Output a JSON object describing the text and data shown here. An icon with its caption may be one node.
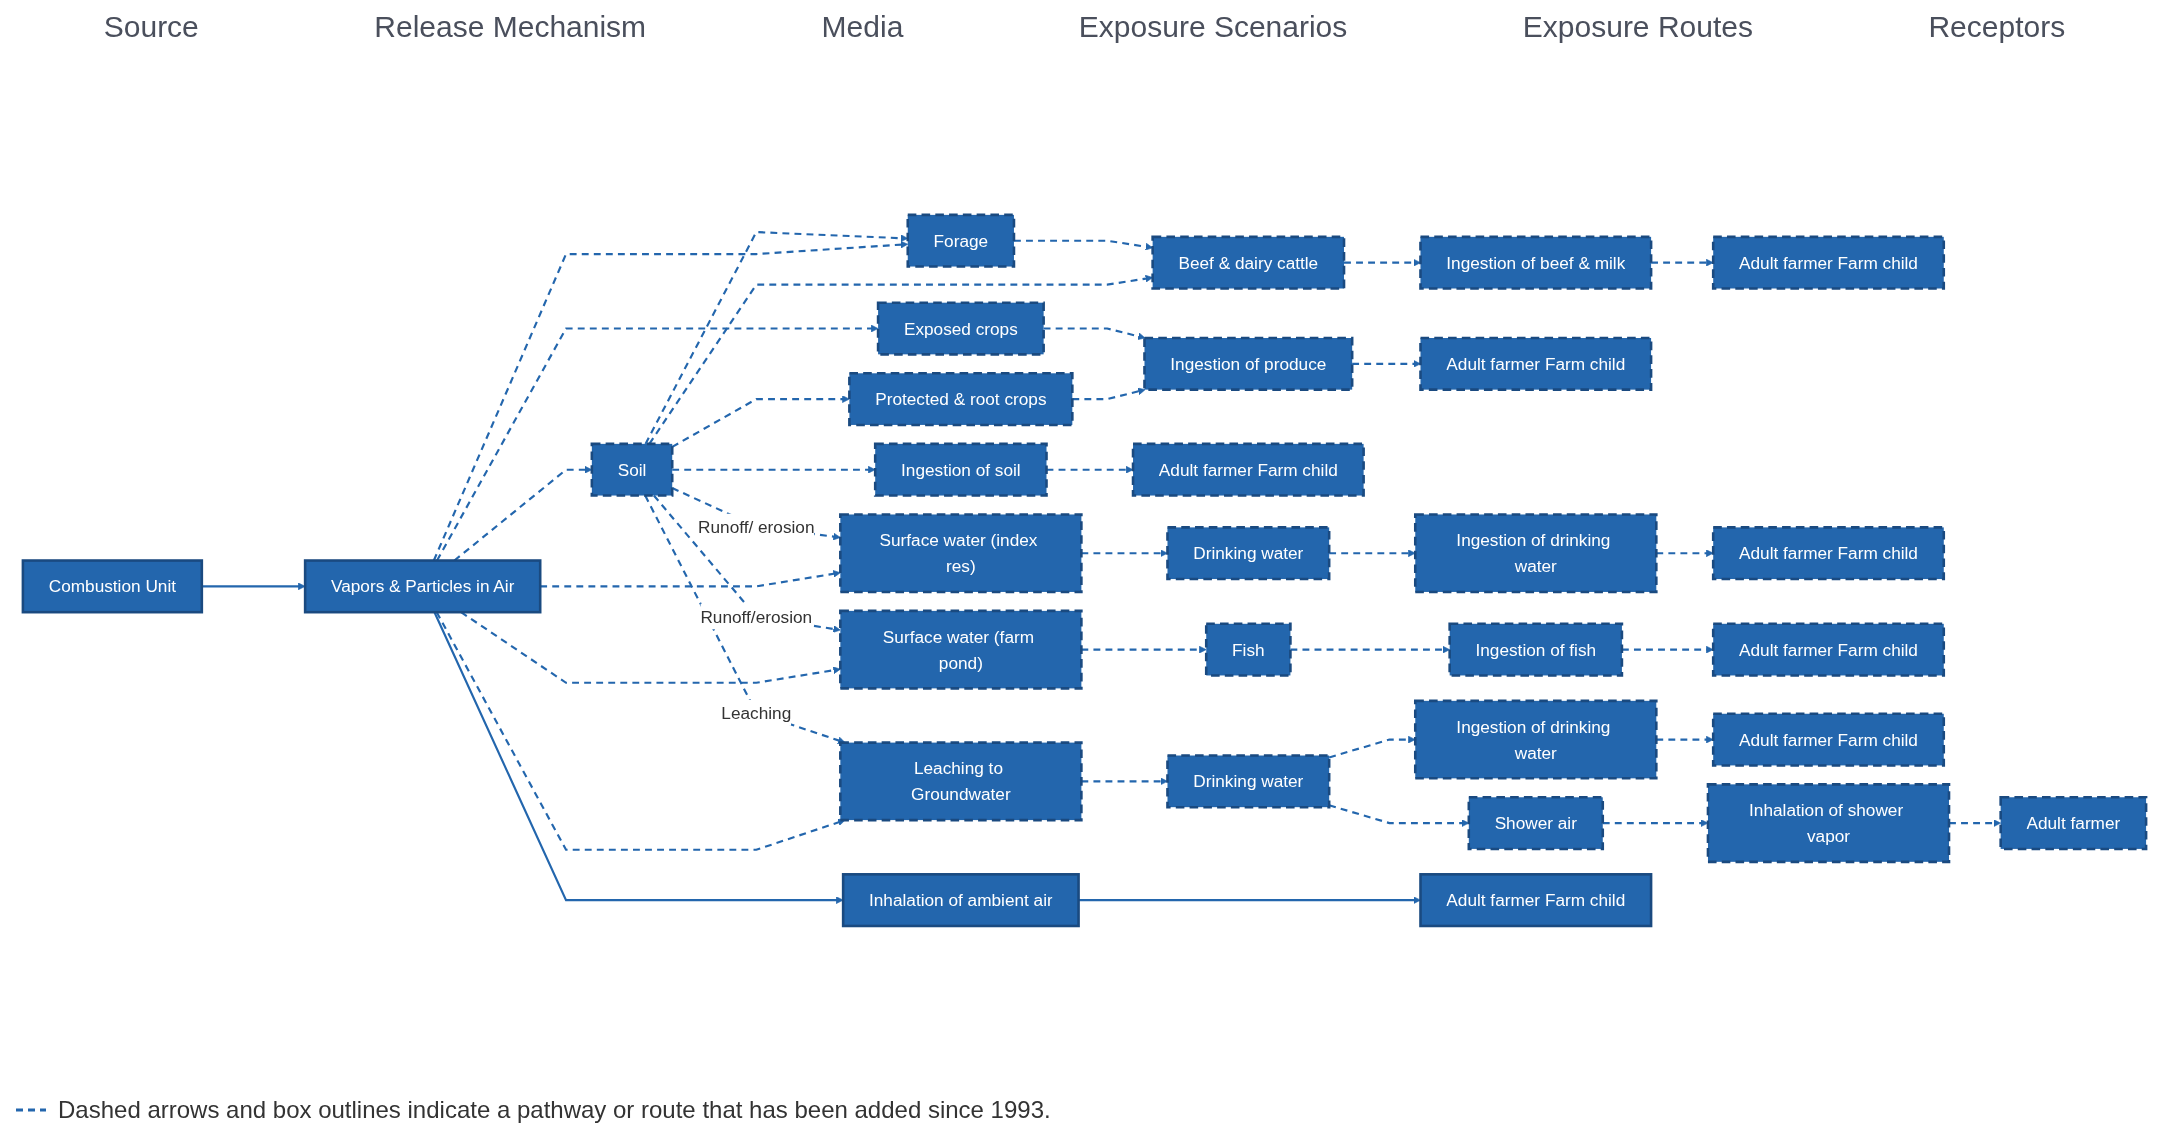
{
  "diagram": {
    "nodes": [
      {
        "text": [
          "Combustion Unit"
        ]
      },
      {
        "text": [
          "Vapors & Particles in Air"
        ]
      },
      {
        "text": [
          "Forage"
        ]
      },
      {
        "text": [
          "Beef & dairy cattle"
        ]
      },
      {
        "text": [
          "Ingestion of beef & milk"
        ]
      },
      {
        "text": [
          "Adult farmer Farm child"
        ]
      },
      {
        "text": [
          "Protected & root crops"
        ]
      },
      {
        "text": [
          "Exposed crops"
        ]
      },
      {
        "text": [
          "Ingestion of produce"
        ]
      },
      {
        "text": [
          "Adult farmer Farm child"
        ]
      },
      {
        "text": [
          "Soil"
        ]
      },
      {
        "text": [
          "Ingestion of soil"
        ]
      },
      {
        "text": [
          "Adult farmer Farm child"
        ]
      },
      {
        "text": [
          "Surface water (index res)"
        ]
      },
      {
        "text": [
          "Drinking water"
        ]
      },
      {
        "text": [
          "Ingestion of drinking water"
        ]
      },
      {
        "text": [
          "Adult farmer Farm child"
        ]
      },
      {
        "text": [
          "Surface water (farm pond)"
        ]
      },
      {
        "text": [
          "Fish"
        ]
      },
      {
        "text": [
          "Ingestion of fish"
        ]
      },
      {
        "text": [
          "Adult farmer Farm child"
        ]
      },
      {
        "text": [
          "Leaching to Groundwater"
        ]
      },
      {
        "text": [
          "Drinking water"
        ]
      },
      {
        "text": [
          "Ingestion of drinking water"
        ]
      },
      {
        "text": [
          "Adult farmer Farm child"
        ]
      },
      {
        "text": [
          "Shower air"
        ]
      },
      {
        "text": [
          "Inhalation of shower vapor"
        ]
      },
      {
        "text": [
          "Adult farmer"
        ]
      },
      {
        "text": [
          "Inhalation of ambient air"
        ]
      },
      {
        "text": [
          "Adult farmer Farm child"
        ]
      }
    ],
    "edges": [
      {
        "from": 0,
        "to": 1,
        "arrow": "to"
      },
      {
        "from": 1,
        "to": 2,
        "arrow": "to",
        "style": "dashed"
      },
      {
        "from": 1,
        "to": 7,
        "arrow": "to",
        "style": "dashed"
      },
      {
        "from": 1,
        "to": 10,
        "arrow": "to",
        "style": "dashed"
      },
      {
        "from": 1,
        "to": 13,
        "arrow": "to",
        "style": "dashed"
      },
      {
        "from": 1,
        "to": 17,
        "arrow": "to",
        "style": "dashed"
      },
      {
        "from": 1,
        "to": 21,
        "arrow": "to",
        "style": "dashed"
      },
      {
        "from": 1,
        "to": 28,
        "arrow": "to"
      },
      {
        "from": 10,
        "to": 2,
        "arrow": "to",
        "style": "dashed"
      },
      {
        "from": 10,
        "to": 3,
        "arrow": "to",
        "style": "dashed"
      },
      {
        "from": 10,
        "to": 6,
        "arrow": "to",
        "style": "dashed"
      },
      {
        "from": 10,
        "to": 11,
        "arrow": "to",
        "style": "dashed"
      },
      {
        "from": 10,
        "to": 21,
        "arrow": "to",
        "style": "dashed",
        "label": "Leaching"
      },
      {
        "from": 10,
        "to": 17,
        "arrow": "to",
        "style": "dashed",
        "label": "Runoff/erosion"
      },
      {
        "from": 10,
        "to": 13,
        "arrow": "to",
        "style": "dashed",
        "label": "Runoff/ erosion"
      },
      {
        "from": 2,
        "to": 3,
        "arrow": "to",
        "style": "dashed"
      },
      {
        "from": 3,
        "to": 4,
        "arrow": "to",
        "style": "dashed"
      },
      {
        "from": 4,
        "to": 5,
        "arrow": "to",
        "style": "dashed"
      },
      {
        "from": 6,
        "to": 8,
        "arrow": "to",
        "style": "dashed"
      },
      {
        "from": 7,
        "to": 8,
        "arrow": "to",
        "style": "dashed"
      },
      {
        "from": 8,
        "to": 9,
        "arrow": "to",
        "style": "dashed"
      },
      {
        "from": 11,
        "to": 12,
        "arrow": "to",
        "style": "dashed"
      },
      {
        "from": 13,
        "to": 14,
        "arrow": "to",
        "style": "dashed"
      },
      {
        "from": 14,
        "to": 15,
        "arrow": "to",
        "style": "dashed"
      },
      {
        "from": 15,
        "to": 16,
        "arrow": "to",
        "style": "dashed"
      },
      {
        "from": 17,
        "to": 18,
        "arrow": "to",
        "style": "dashed"
      },
      {
        "from": 18,
        "to": 19,
        "arrow": "to",
        "style": "dashed"
      },
      {
        "from": 19,
        "to": 20,
        "arrow": "to",
        "style": "dashed"
      },
      {
        "from": 21,
        "to": 22,
        "arrow": "to",
        "style": "dashed"
      },
      {
        "from": 22,
        "to": 23,
        "arrow": "to",
        "style": "dashed"
      },
      {
        "from": 23,
        "to": 24,
        "arrow": "to",
        "style": "dashed"
      },
      {
        "from": 22,
        "to": 25,
        "arrow": "to",
        "style": "dashed"
      },
      {
        "from": 25,
        "to": 26,
        "arrow": "to",
        "style": "dashed"
      },
      {
        "from": 26,
        "to": 27,
        "arrow": "to",
        "style": "dashed"
      },
      {
        "from": 28,
        "to": 29,
        "arrow": "to"
      }
    ],
    "labels": [
      "Source",
      "Release Mechanism",
      "Media",
      "Exposure Scenarios",
      "Exposure Routes",
      "Receptors"
    ],
    "legend": [
      {
        "text": "Dashed arrows and box outlines indicate a pathway or route that has been added since 1993."
      }
    ]
  }
}
